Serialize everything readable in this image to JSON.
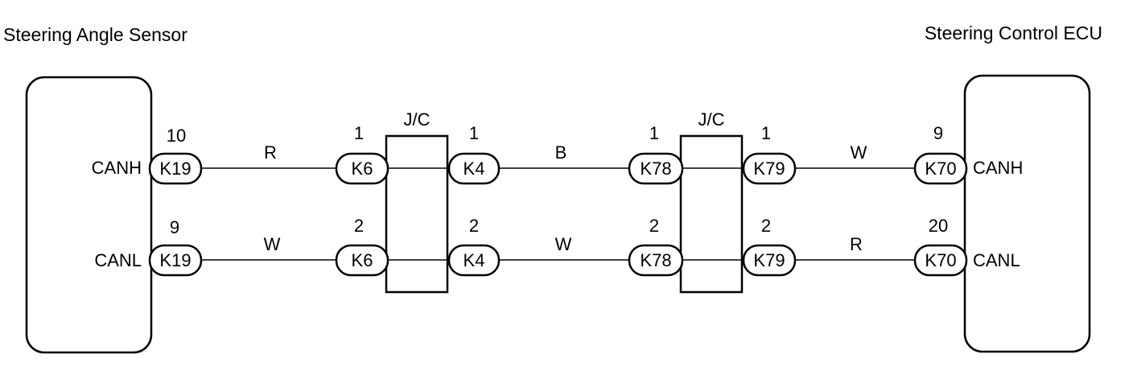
{
  "components": {
    "left": {
      "title": "Steering Angle Sensor",
      "signals": [
        "CANH",
        "CANL"
      ]
    },
    "right": {
      "title": "Steering Control ECU",
      "signals": [
        "CANH",
        "CANL"
      ]
    }
  },
  "junctions": [
    {
      "label": "J/C"
    },
    {
      "label": "J/C"
    }
  ],
  "connectors": [
    {
      "id": "K19",
      "pins": [
        "10",
        "9"
      ]
    },
    {
      "id": "K6",
      "pins": [
        "1",
        "2"
      ]
    },
    {
      "id": "K4",
      "pins": [
        "1",
        "2"
      ]
    },
    {
      "id": "K78",
      "pins": [
        "1",
        "2"
      ]
    },
    {
      "id": "K79",
      "pins": [
        "1",
        "2"
      ]
    },
    {
      "id": "K70",
      "pins": [
        "9",
        "20"
      ]
    }
  ],
  "wire_colors": {
    "top": [
      "R",
      "B",
      "W"
    ],
    "bottom": [
      "W",
      "W",
      "R"
    ]
  }
}
